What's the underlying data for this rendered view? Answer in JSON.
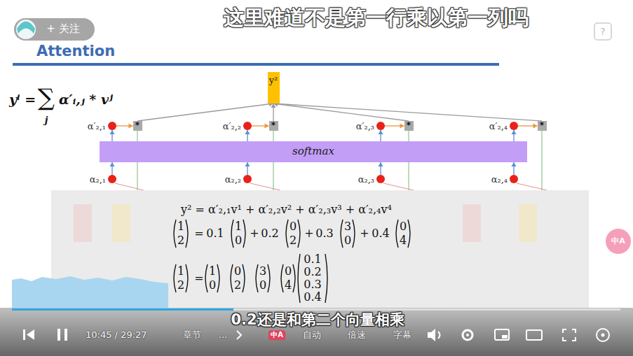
{
  "diagram": {
    "title": "Attention",
    "nodes": [
      {
        "text": [
          "y²"
        ]
      },
      {
        "text": [
          "α′₂,₁"
        ]
      },
      {
        "text": [
          "α′₂,₂"
        ]
      },
      {
        "text": [
          "α′₂,₃"
        ]
      },
      {
        "text": [
          "α′₂,₄"
        ]
      },
      {
        "text": [
          "*"
        ]
      },
      {
        "text": [
          "*"
        ]
      },
      {
        "text": [
          "*"
        ]
      },
      {
        "text": [
          "*"
        ]
      },
      {
        "text": [
          "softmax"
        ]
      },
      {
        "text": [
          "α₂,₁"
        ]
      },
      {
        "text": [
          "α₂,₂"
        ]
      },
      {
        "text": [
          "α₂,₃"
        ]
      },
      {
        "text": [
          "α₂,₄"
        ]
      },
      {
        "text": [
          "y² = α′₂,₁v¹ + α′₂,₂v² + α′₂,₃v³ + α′₂,₄v⁴",
          "1",
          "2",
          "=",
          "0.1",
          "1",
          "0",
          "+",
          "0.2",
          "0",
          "2",
          "+",
          "0.3",
          "3",
          "0",
          "+",
          "0.4",
          "0",
          "4",
          "1",
          "2",
          "=",
          "1",
          "0",
          "0",
          "2",
          "3",
          "0",
          "0",
          "4",
          "0.1",
          "0.2",
          "0.3",
          "0.4"
        ]
      }
    ],
    "edges": [
      {
        "from": 1,
        "to": 5,
        "arrow": "to"
      },
      {
        "from": 2,
        "to": 6,
        "arrow": "to"
      },
      {
        "from": 3,
        "to": 7,
        "arrow": "to"
      },
      {
        "from": 4,
        "to": 8,
        "arrow": "to"
      },
      {
        "from": 5,
        "to": 0,
        "arrow": "to"
      },
      {
        "from": 6,
        "to": 0,
        "arrow": "to"
      },
      {
        "from": 7,
        "to": 0,
        "arrow": "to"
      },
      {
        "from": 8,
        "to": 0,
        "arrow": "to"
      },
      {
        "from": 9,
        "to": 1,
        "arrow": "to"
      },
      {
        "from": 9,
        "to": 2,
        "arrow": "to"
      },
      {
        "from": 9,
        "to": 3,
        "arrow": "to"
      },
      {
        "from": 9,
        "to": 4,
        "arrow": "to"
      },
      {
        "from": 10,
        "to": 9,
        "arrow": "to"
      },
      {
        "from": 11,
        "to": 9,
        "arrow": "to"
      },
      {
        "from": 12,
        "to": 9,
        "arrow": "to"
      },
      {
        "from": 13,
        "to": 9,
        "arrow": "to"
      }
    ],
    "labels": [
      "这里难道不是第一行乘以第一列吗",
      "+ 关注",
      "?",
      "yⁱ =",
      "∑",
      "j",
      "α′ᵢ,ⱼ * vʲ",
      "中A",
      "10:45 / 29:27",
      "章节",
      "...",
      "中A",
      "自动",
      "倍速",
      "字幕",
      "0.2还是和第二个向量相乘"
    ]
  }
}
